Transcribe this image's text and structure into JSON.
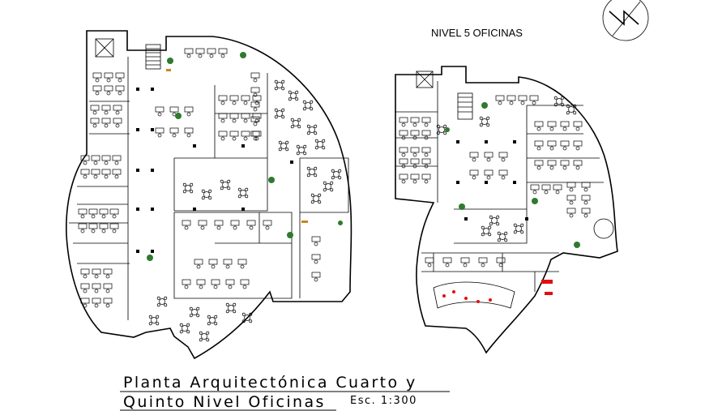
{
  "drawing": {
    "level_label": "NIVEL 5 OFICINAS",
    "title_line1": "Planta Arquitectónica Cuarto y",
    "title_line2": "Quinto Nivel Oficinas",
    "scale": "Esc. 1:300"
  },
  "north_arrow": {
    "icon": "north-arrow-icon",
    "letter": "N"
  },
  "colors": {
    "line": "#000000",
    "background": "#ffffff",
    "vegetation": "#2f7a2f",
    "accent_furniture": "#c8861e",
    "fire_equipment": "#e01010"
  }
}
